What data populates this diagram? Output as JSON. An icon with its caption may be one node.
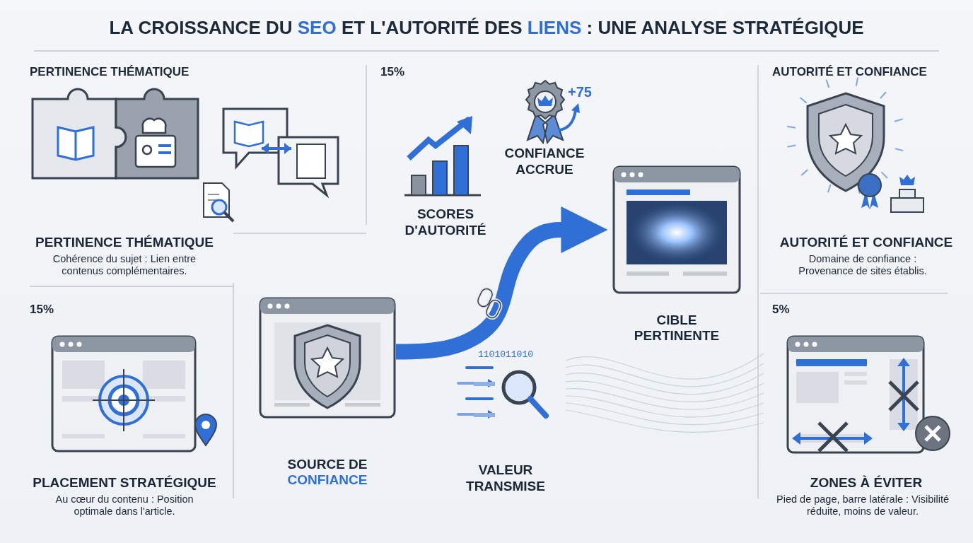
{
  "diagram": {
    "title": "LA CROISSANCE DU **SEO** ET L'AUTORITÉ DES **LIENS** : UNE ANALYSE STRATÉGIQUE",
    "nodes": [
      {
        "text": [
          "SOURCE DE **CONFIANCE**"
        ]
      },
      {
        "text": [
          "CIBLE PERTINENTE"
        ]
      }
    ],
    "edges": [
      {
        "from": 0,
        "to": 1,
        "arrow": "to"
      }
    ],
    "labels": [
      "PERTINENCE THÉMATIQUE",
      "15%",
      "AUTORITÉ ET CONFIANCE",
      "+75",
      "CONFIANCE ACCRUE",
      "SCORES D'AUTORITÉ",
      "PERTINENCE THÉMATIQUE",
      "Cohérence du sujet : Lien entre contenus complémentaires.",
      "AUTORITÉ ET CONFIANCE",
      "Domaine de confiance : Provenance de sites établis.",
      "15%",
      "5%",
      "1101011010",
      "PLACEMENT STRATÉGIQUE",
      "Au cœur du contenu : Position optimale dans l'article.",
      "VALEUR TRANSMISE",
      "ZONES À ÉVITER",
      "Pied de page, barre latérale : Visibilité réduite, moins de valeur."
    ]
  }
}
